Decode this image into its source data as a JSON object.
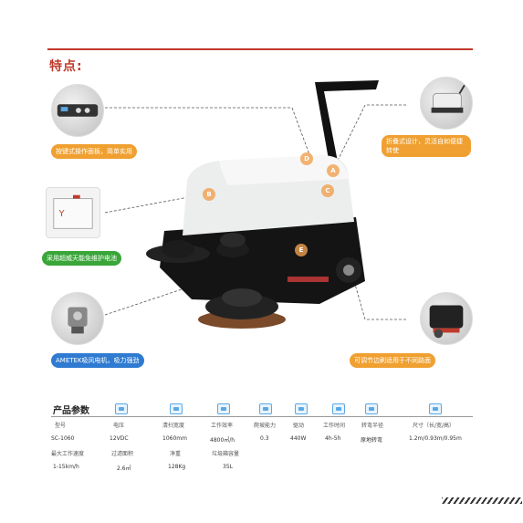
{
  "title": "特点:",
  "features": {
    "panel": "按键式操作面板，简单实用",
    "fold": "折叠式设计，灵活自如便捷转使",
    "battery": "采用超威天能免维护电池",
    "motor": "AMETEK吸风电机，吸力强劲",
    "brush": "可调节边刷适用于不同路面"
  },
  "markers": [
    "A",
    "B",
    "C",
    "D",
    "E"
  ],
  "params": {
    "title": "产品参数",
    "row1_headers": [
      "型号",
      "电压",
      "清扫宽度",
      "工作效率",
      "爬坡能力",
      "驱动",
      "工作时间",
      "转弯半径",
      "尺寸（长/宽/高）"
    ],
    "row1_values": [
      "SC-1060",
      "12VDC",
      "1060mm",
      "4800㎡/h",
      "0.3",
      "440W",
      "4h-5h",
      "原地转弯",
      "1.2m/0.93m/0.95m"
    ],
    "row2_headers": [
      "最大工作速度",
      "过滤面积",
      "净重",
      "垃圾箱容量"
    ],
    "row2_values": [
      "1-15km/h",
      "2.6㎡",
      "128Kg",
      "35L"
    ]
  },
  "colors": {
    "accent": "#c0392b",
    "green": "#3aa63a",
    "orange": "#f0a030",
    "blue": "#2f7bd1"
  }
}
